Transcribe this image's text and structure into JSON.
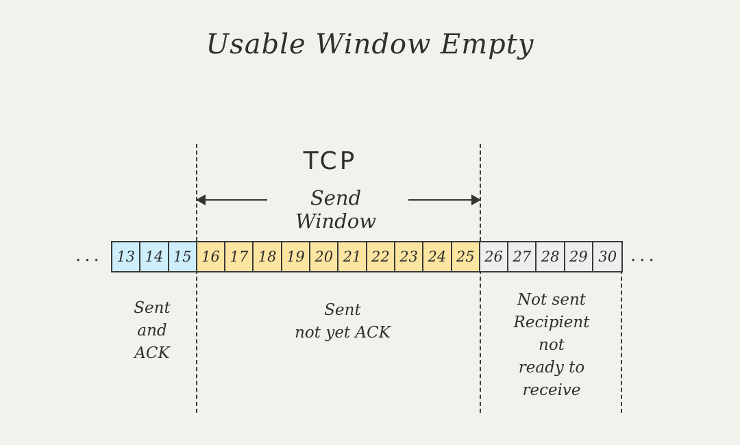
{
  "title": "Usable Window Empty",
  "window": {
    "header": "TCP",
    "label": "Send Window"
  },
  "ellipsis": "...",
  "colors": {
    "sent_acked": "#cdeefa",
    "sent_not_acked": "#fce5a0",
    "not_sent": "#eeeeef",
    "background": "#f3f1ec"
  },
  "segments": [
    {
      "n": "13",
      "state": "sent_acked"
    },
    {
      "n": "14",
      "state": "sent_acked"
    },
    {
      "n": "15",
      "state": "sent_acked"
    },
    {
      "n": "16",
      "state": "sent_not_acked"
    },
    {
      "n": "17",
      "state": "sent_not_acked"
    },
    {
      "n": "18",
      "state": "sent_not_acked"
    },
    {
      "n": "19",
      "state": "sent_not_acked"
    },
    {
      "n": "20",
      "state": "sent_not_acked"
    },
    {
      "n": "21",
      "state": "sent_not_acked"
    },
    {
      "n": "22",
      "state": "sent_not_acked"
    },
    {
      "n": "23",
      "state": "sent_not_acked"
    },
    {
      "n": "24",
      "state": "sent_not_acked"
    },
    {
      "n": "25",
      "state": "sent_not_acked"
    },
    {
      "n": "26",
      "state": "not_sent"
    },
    {
      "n": "27",
      "state": "not_sent"
    },
    {
      "n": "28",
      "state": "not_sent"
    },
    {
      "n": "29",
      "state": "not_sent"
    },
    {
      "n": "30",
      "state": "not_sent"
    }
  ],
  "descriptions": {
    "sent_acked": [
      "Sent",
      "and",
      "ACK"
    ],
    "sent_not_acked": [
      "Sent",
      "not yet ACK"
    ],
    "not_sent": [
      "Not sent",
      "Recipient",
      "not",
      "ready to",
      "receive"
    ]
  }
}
